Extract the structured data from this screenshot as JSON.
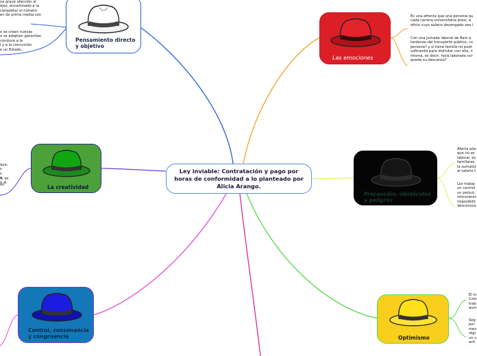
{
  "central_topic": "Ley inviable: Contratación y pago por horas de conformidad a lo planteado por Alicia Arango.",
  "colors": {
    "white_branch": "#2a5bd7",
    "red_branch": "#f5a023",
    "black_branch": "#e6ef6a",
    "green_branch": "#6b3fd6",
    "blue_branch": "#e64bd6",
    "yellow_branch": "#55d84a",
    "bottom_branch": "#d7298c"
  },
  "hats": {
    "white": {
      "label": "Pensamiento directo y objetivo",
      "icon": "white-hat-icon",
      "notes": [
        "na grave afección al\nejez, encaminado a la\n completar el número\nen de prima media con",
        "o se crean nuevas\no se adoptan garantías\n conduce a la\nl y a la concuición\ne un Estado."
      ]
    },
    "red": {
      "label": "Las emociones",
      "icon": "red-hat-icon",
      "notes": [
        "Es una afrenta que una persona qu\ncada carrera universitaria previ, e\noficio cuyo salario devengado sea l",
        "Con una jornada laboral de 8am a\ntardanza del transporte público, co\npersona? y si tiene familia no podr\nsuficiente para disfrutar con ella, n\nmisma, es decir, hora laborada cor\nqueda su descanso?"
      ]
    },
    "black": {
      "label": "Precaución, obstáculos y peligros",
      "icon": "black-hat-icon",
      "notes": [
        "Afecta pila\nque no se\nlaboral, es\nfamiliares\nla sumator\nal salario t",
        "Los trabaj\nun control\nun perjuic\nremunerac\nimposibilit\ndesconoce"
      ]
    },
    "green": {
      "label": "La creatividad",
      "icon": "green-hat-icon",
      "notes": [
        "que,\ns\ns\ns.",
        "d, es\no al",
        "es"
      ]
    },
    "blue": {
      "label": "Control, consonancia y congruencia",
      "icon": "blue-hat-icon",
      "notes": []
    },
    "yellow": {
      "label": "Optimismo",
      "icon": "yellow-hat-icon",
      "notes": [
        "El m\nColo\ntrab\naum",
        "Seg\npor\nmen\nrégi\nun s\nacti"
      ]
    }
  }
}
